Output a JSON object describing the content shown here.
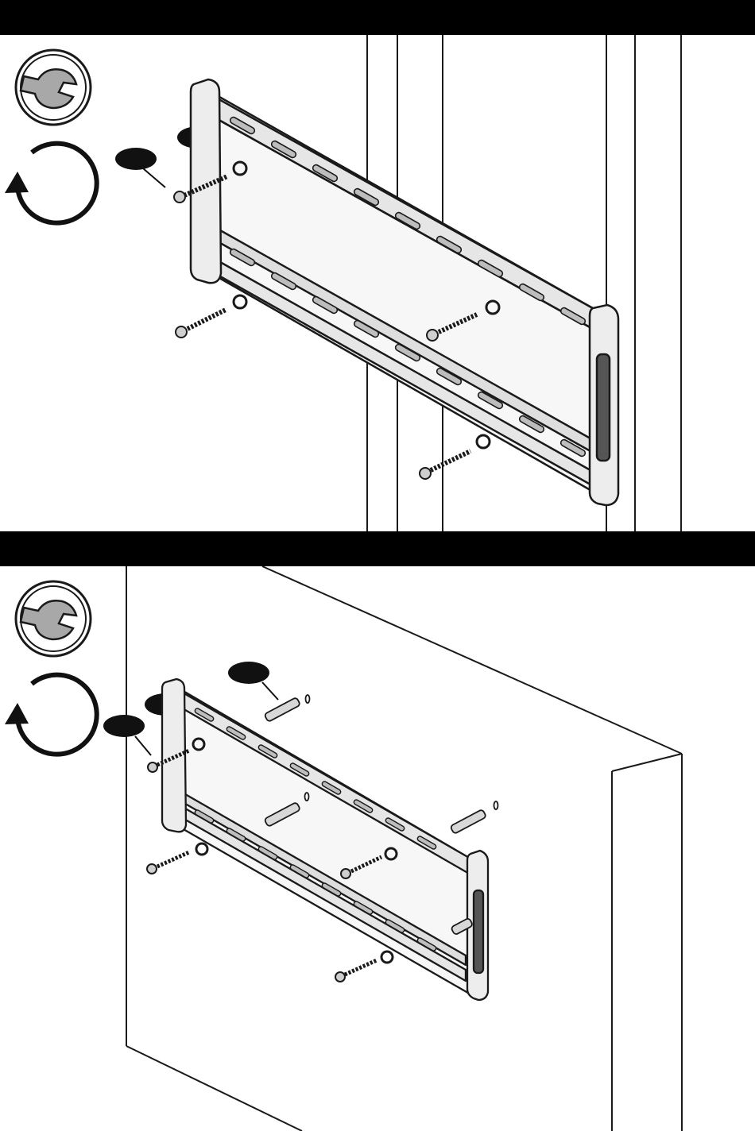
{
  "steps": [
    {
      "header": "",
      "surface": "wood-stud-wall",
      "tool_icon": "wrench-icon",
      "rotation_icon": "counterclockwise-arrow-icon",
      "callouts": [
        "",
        ""
      ],
      "screw_count": 4
    },
    {
      "header": "",
      "surface": "concrete-wall",
      "tool_icon": "wrench-icon",
      "rotation_icon": "counterclockwise-arrow-icon",
      "callouts": [
        "",
        "",
        ""
      ],
      "screw_count": 4,
      "anchor_count": 4
    }
  ],
  "colors": {
    "bar": "#000000",
    "line": "#1a1a1a",
    "bracket_fill": "#f2f2f2",
    "shade": "#9a9a9a"
  }
}
